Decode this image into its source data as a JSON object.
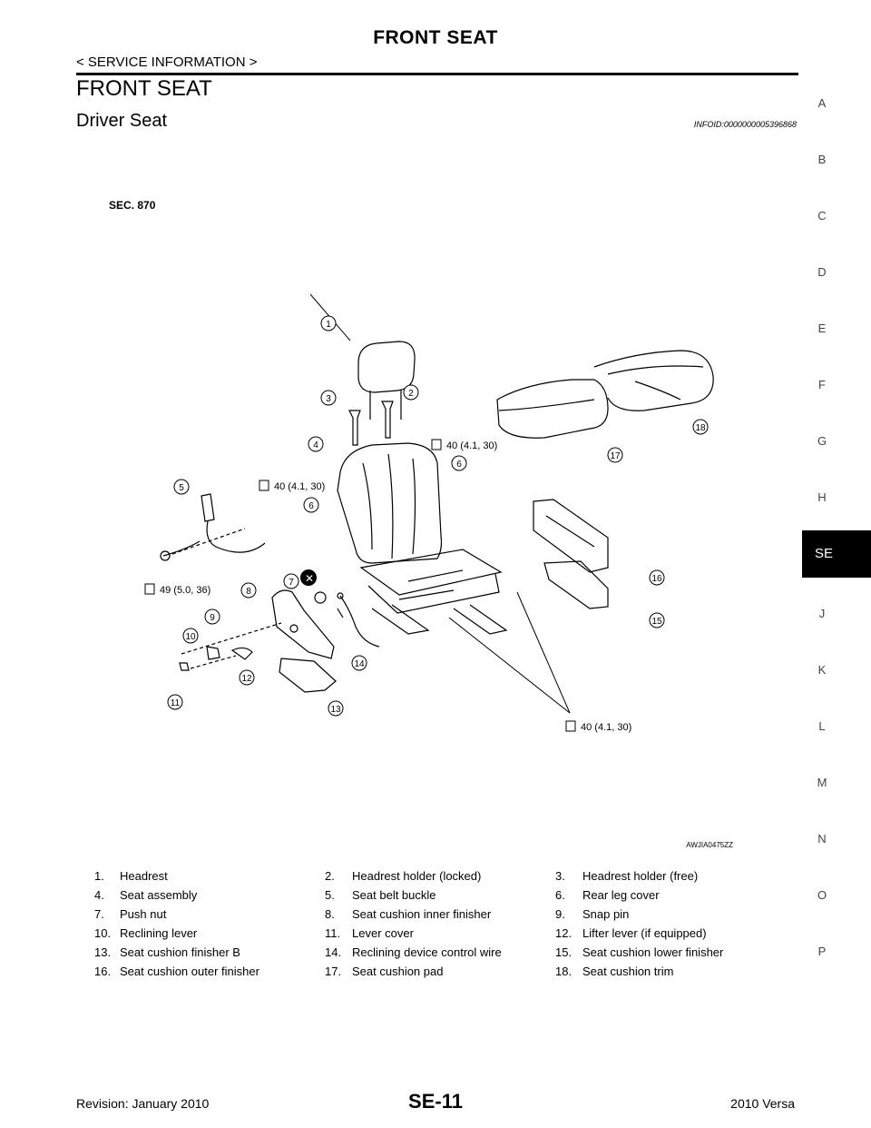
{
  "header": {
    "title": "FRONT SEAT",
    "subtitle": "< SERVICE INFORMATION >"
  },
  "section_title": "FRONT SEAT",
  "subsection_title": "Driver Seat",
  "info_id": "INFOID:0000000005396868",
  "sidebar": {
    "letters": [
      "A",
      "B",
      "C",
      "D",
      "E",
      "F",
      "G",
      "H",
      "SE",
      "J",
      "K",
      "L",
      "M",
      "N",
      "O",
      "P"
    ],
    "active": "SE"
  },
  "diagram": {
    "section_label": "SEC. 870",
    "figure_id": "AWJIA0475ZZ",
    "torque_top_right": "40 (4.1, 30)",
    "torque_mid_left": "40 (4.1, 30)",
    "torque_left": "49 (5.0, 36)",
    "torque_bottom": "40 (4.1, 30)",
    "callouts": [
      "1",
      "2",
      "3",
      "4",
      "5",
      "6",
      "6",
      "7",
      "8",
      "9",
      "10",
      "11",
      "12",
      "13",
      "14",
      "15",
      "16",
      "17",
      "18"
    ]
  },
  "legend": [
    [
      "1.",
      "Headrest",
      "2.",
      "Headrest holder (locked)",
      "3.",
      "Headrest holder (free)"
    ],
    [
      "4.",
      "Seat assembly",
      "5.",
      "Seat belt buckle",
      "6.",
      "Rear leg cover"
    ],
    [
      "7.",
      "Push nut",
      "8.",
      "Seat cushion inner finisher",
      "9.",
      "Snap pin"
    ],
    [
      "10.",
      "Reclining lever",
      "11.",
      "Lever cover",
      "12.",
      "Lifter lever (if equipped)"
    ],
    [
      "13.",
      "Seat cushion finisher B",
      "14.",
      "Reclining device control wire",
      "15.",
      "Seat cushion lower finisher"
    ],
    [
      "16.",
      "Seat cushion outer finisher",
      "17.",
      "Seat cushion pad",
      "18.",
      "Seat cushion trim"
    ]
  ],
  "footer": {
    "revision": "Revision: January 2010",
    "page": "SE-11",
    "model": "2010 Versa"
  }
}
